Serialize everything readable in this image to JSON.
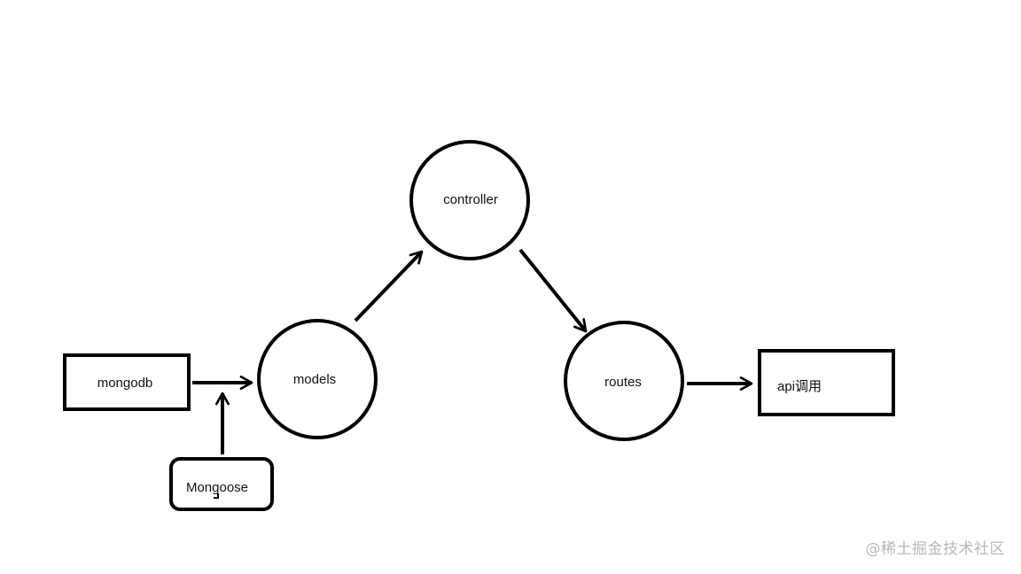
{
  "diagram": {
    "nodes": {
      "mongodb": "mongodb",
      "mongoose": "Mongoose",
      "models": "models",
      "controller": "controller",
      "routes": "routes",
      "api": "api调用"
    },
    "stroke_color": "#000000"
  },
  "watermark": {
    "text": "@稀土掘金技术社区"
  }
}
